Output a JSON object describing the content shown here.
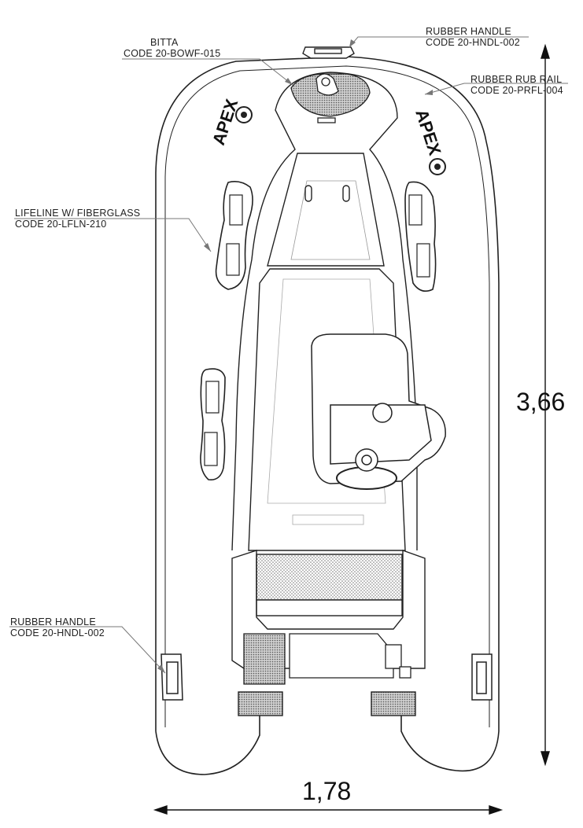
{
  "brand": "APEX",
  "callouts": {
    "bitta": {
      "title": "BITTA",
      "code": "CODE 20-BOWF-015"
    },
    "handle_bow": {
      "title": "RUBBER HANDLE",
      "code": "CODE 20-HNDL-002"
    },
    "rub_rail": {
      "title": "RUBBER RUB RAIL",
      "code": "CODE 20-PRFL-004"
    },
    "lifeline": {
      "title": "LIFELINE W/ FIBERGLASS",
      "code": "CODE 20-LFLN-210"
    },
    "handle_stern": {
      "title": "RUBBER HANDLE",
      "code": "CODE 20-HNDL-002"
    }
  },
  "dimensions": {
    "length": "3,66",
    "width": "1,78"
  },
  "colors": {
    "line": "#222222",
    "leader": "#777777",
    "hatch": "#999999"
  }
}
